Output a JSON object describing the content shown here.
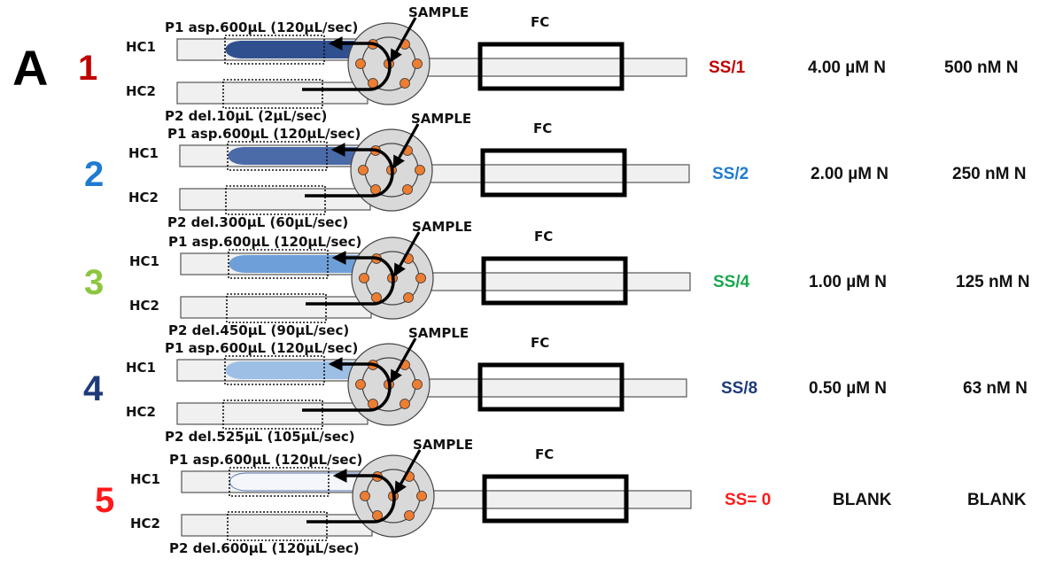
{
  "panel_label": "A",
  "common_labels": {
    "sample": "SAMPLE",
    "flow_cell": "FC",
    "hc1": "HC1",
    "hc2": "HC2"
  },
  "colors": {
    "tube_fill": "#f0f0f0",
    "valve_fill": "#d9d9d9",
    "port": "#ed7d31"
  },
  "rows": [
    {
      "number": "1",
      "number_color": "#c00000",
      "p1": "P1 asp.600µL (120µL/sec)",
      "p2": "P2 del.10µL (2µL/sec)",
      "fill_color": "#2f4f8f",
      "fill_opacity": 1.0,
      "dilution": "SS/1",
      "dilution_color": "#c00000",
      "conc_um": "4.00 µM N",
      "conc_nm": "500  nM N"
    },
    {
      "number": "2",
      "number_color": "#1f7bd0",
      "p1": "P1 asp.600µL (120µL/sec)",
      "p2": "P2 del.300µL (60µL/sec)",
      "fill_color": "#4a6aa8",
      "fill_opacity": 1.0,
      "dilution": "SS/2",
      "dilution_color": "#1f7bd0",
      "conc_um": "2.00 µM N",
      "conc_nm": "250  nM N"
    },
    {
      "number": "3",
      "number_color": "#8cc63f",
      "p1": "P1 asp.600µL (120µL/sec)",
      "p2": "P2 del.450µL (90µL/sec)",
      "fill_color": "#6f9fd8",
      "fill_opacity": 1.0,
      "dilution": "SS/4",
      "dilution_color": "#18a84e",
      "conc_um": "1.00 µM N",
      "conc_nm": "125  nM N"
    },
    {
      "number": "4",
      "number_color": "#1f3a7a",
      "p1": "P1 asp.600µL (120µL/sec)",
      "p2": "P2 del.525µL (105µL/sec)",
      "fill_color": "#9dbfe6",
      "fill_opacity": 1.0,
      "dilution": "SS/8",
      "dilution_color": "#1f3a7a",
      "conc_um": "0.50 µM N",
      "conc_nm": "63  nM N"
    },
    {
      "number": "5",
      "number_color": "#ff1a1a",
      "p1": "P1 asp.600µL (120µL/sec)",
      "p2": "P2 del.600µL (120µL/sec)",
      "fill_color": "#f4f6fb",
      "fill_opacity": 1.0,
      "dilution": "SS= 0",
      "dilution_color": "#ff1a1a",
      "conc_um": "BLANK",
      "conc_nm": "BLANK"
    }
  ]
}
